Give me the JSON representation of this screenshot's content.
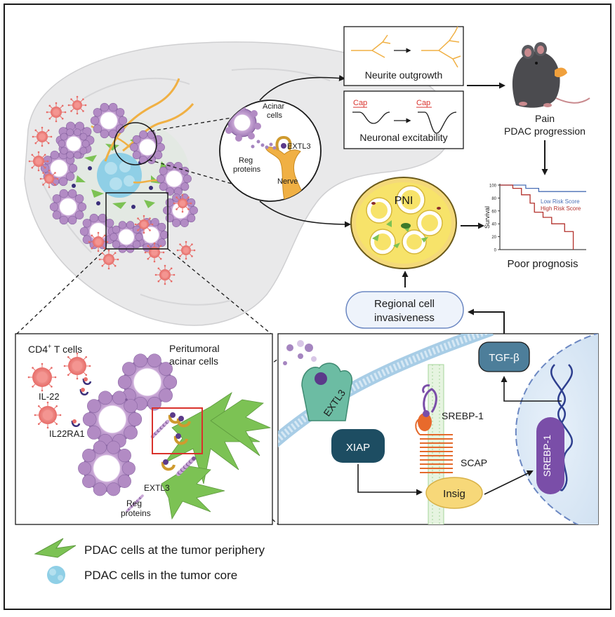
{
  "colors": {
    "frame": "#1a1a1a",
    "pancreas": "#e9e9ea",
    "acinar": "#b28bc4",
    "acinar_dark": "#7e5a99",
    "tcell": "#ee7f7c",
    "core_cell": "#8fcfe6",
    "periphery_cell": "#7cc254",
    "nerve": "#f0b044",
    "receptor": "#cf9a2e",
    "extl3": "#6cbca3",
    "xiap": "#1d4d62",
    "insig": "#f7d879",
    "srebp": "#7a4ea8",
    "tgf": "#4d7e9a",
    "membrane": "#a8cde6",
    "nucleus": "#d9e8f6",
    "dna": "#2e3f8f",
    "pni_fill": "#f7e36a",
    "low_risk": "#4a6fb5",
    "high_risk": "#b3302b"
  },
  "boxes": {
    "neurite_outgrowth": "Neurite outgrowth",
    "neuronal_excitability": "Neuronal excitability",
    "cap_before": "Cap",
    "cap_after": "Cap"
  },
  "zoom_circle": {
    "acinar_cells": [
      "Acinar",
      "cells"
    ],
    "reg_proteins": [
      "Reg",
      "proteins"
    ],
    "extl3": "EXTL3",
    "nerve": "Nerve"
  },
  "outcomes": {
    "pain": "Pain",
    "progression": "PDAC progression",
    "pni": "PNI",
    "poor_prognosis": "Poor prognosis",
    "regional_invasiveness": [
      "Regional cell",
      "invasiveness"
    ]
  },
  "km_plot": {
    "ylabel": "Survival",
    "ticks": [
      "100",
      "80",
      "60",
      "40",
      "20",
      "0"
    ],
    "low_risk_label": "Low Risk Score",
    "high_risk_label": "High Risk Score"
  },
  "chart_data": {
    "type": "line",
    "ylabel": "Survival",
    "ylim": [
      0,
      100
    ],
    "series": [
      {
        "name": "Low Risk Score",
        "x": [
          0,
          10,
          12,
          18,
          30,
          40
        ],
        "values": [
          100,
          100,
          95,
          90,
          90,
          90
        ]
      },
      {
        "name": "High Risk Score",
        "x": [
          0,
          6,
          10,
          14,
          16,
          20,
          24,
          30,
          34
        ],
        "values": [
          100,
          95,
          85,
          72,
          58,
          50,
          40,
          28,
          0
        ]
      }
    ]
  },
  "lower_left": {
    "cd4": "CD4",
    "cd4_sup": "+",
    "t_cells": " T cells",
    "peritumoral": [
      "Peritumoral",
      "acinar cells"
    ],
    "il22": "IL-22",
    "il22ra1": "IL22RA1",
    "extl3": "EXTL3",
    "reg_proteins": [
      "Reg",
      "proteins"
    ]
  },
  "mechanism": {
    "extl3": "EXTL3",
    "xiap": "XIAP",
    "srebp1": "SREBP-1",
    "scap": "SCAP",
    "insig": "Insig",
    "srebp1_nuclear": "SREBP-1",
    "tgf": "TGF-β"
  },
  "legend": {
    "periphery": "PDAC cells at the tumor periphery",
    "core": "PDAC cells in the tumor core"
  }
}
